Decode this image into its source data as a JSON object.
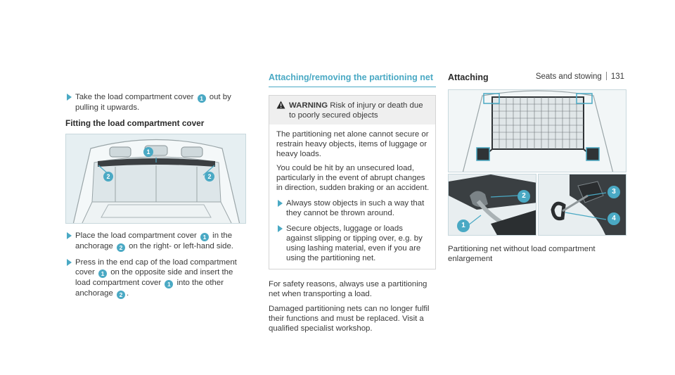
{
  "header": {
    "section": "Seats and stowing",
    "page": "131"
  },
  "col1": {
    "step_take": {
      "pre": "Take the load compartment cover ",
      "badge": "1",
      "post": " out by pulling it upwards."
    },
    "subheading": "Fitting the load compartment cover",
    "figure_badges": [
      "1",
      "2",
      "2"
    ],
    "step_place": {
      "pre": "Place the load compartment cover ",
      "badge1": "1",
      "mid": " in the anchorage ",
      "badge2": "2",
      "post": " on the right- or left-hand side."
    },
    "step_press": {
      "pre": "Press in the end cap of the load compartment cover ",
      "badge1": "1",
      "mid": " on the opposite side and insert the load compartment cover ",
      "badge2": "1",
      "mid2": " into the other anchorage ",
      "badge3": "2",
      "post": "."
    }
  },
  "col2": {
    "title": "Attaching/removing the partitioning net",
    "warning": {
      "label": "WARNING",
      "headline": "Risk of injury or death due to poorly secured objects",
      "body1": "The partitioning net alone cannot secure or restrain heavy objects, items of luggage or heavy loads.",
      "body2": "You could be hit by an unsecured load, particularly in the event of abrupt changes in direction, sudden braking or an accident.",
      "step1": "Always stow objects in such a way that they cannot be thrown around.",
      "step2": "Secure objects, luggage or loads against slipping or tipping over, e.g. by using lashing material, even if you are using the partitioning net."
    },
    "para1": "For safety reasons, always use a partitioning net when transporting a load.",
    "para2": "Damaged partitioning nets can no longer fulfil their functions and must be replaced. Visit a qualified specialist workshop."
  },
  "col3": {
    "title": "Attaching",
    "figure_badges": [
      "2",
      "1",
      "3",
      "4"
    ],
    "caption": "Partitioning net without load compartment enlargement"
  },
  "colors": {
    "accent": "#4aa9c4",
    "figure_bg": "#eaf2f4"
  }
}
